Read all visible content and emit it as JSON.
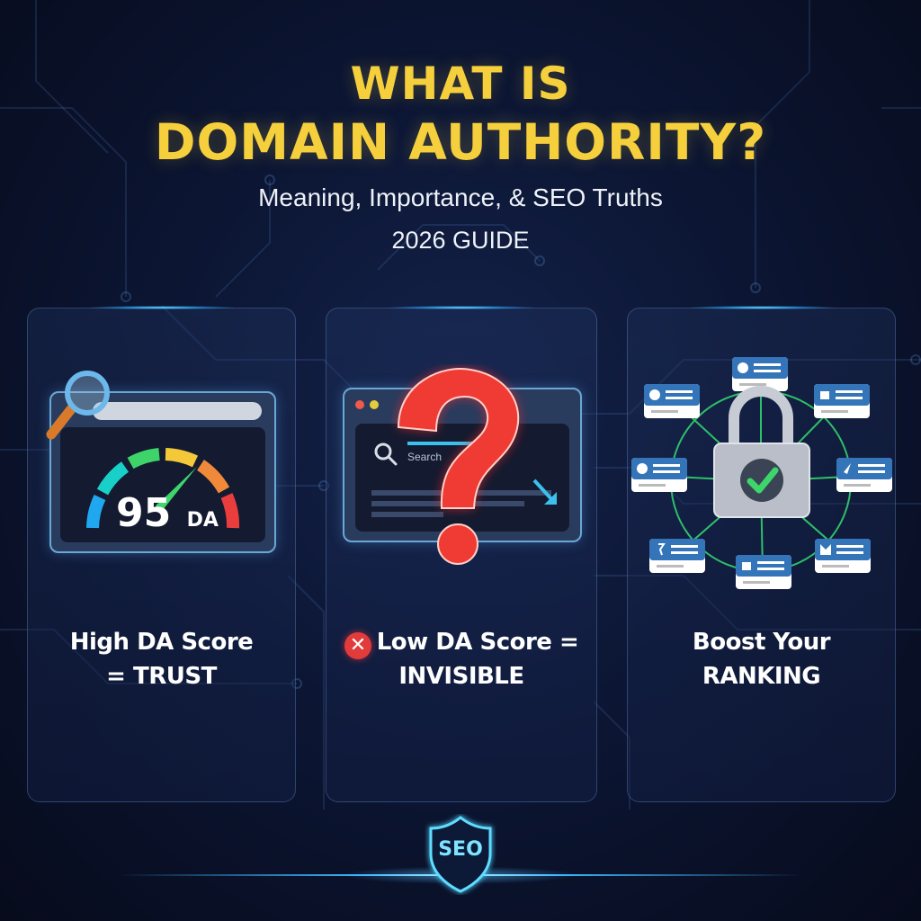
{
  "header": {
    "title_line1": "WHAT IS",
    "title_line2": "DOMAIN AUTHORITY?",
    "subtitle": "Meaning, Importance, & SEO Truths",
    "guide_label": "2026 GUIDE"
  },
  "panels": [
    {
      "id": "high-da",
      "icon": "speedometer-gauge-icon",
      "gauge_value": "95",
      "gauge_unit": "DA",
      "caption_line1": "High DA Score",
      "caption_line2": "= TRUST"
    },
    {
      "id": "low-da",
      "icon": "question-mark-icon",
      "search_placeholder": "Search",
      "badge_icon": "x-circle-icon",
      "caption_line1": "Low DA Score =",
      "caption_line2": "INVISIBLE"
    },
    {
      "id": "boost",
      "icon": "padlock-check-icon",
      "caption_line1": "Boost Your",
      "caption_line2": "RANKING"
    }
  ],
  "footer": {
    "badge_text": "SEO",
    "badge_icon": "shield-icon"
  },
  "colors": {
    "title": "#f5cf3c",
    "accent_cyan": "#4fd4ff",
    "error_red": "#e23b3b",
    "success_green": "#3dd66b",
    "background": "#0c1634"
  }
}
